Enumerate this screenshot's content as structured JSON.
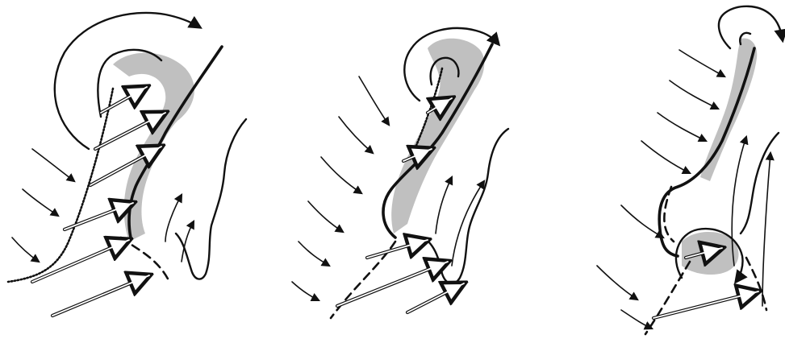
{
  "figure": {
    "panels": [
      {
        "id": "left",
        "icon": "cyclone-stage-1"
      },
      {
        "id": "middle",
        "icon": "cyclone-stage-2"
      },
      {
        "id": "right",
        "icon": "cyclone-stage-3"
      }
    ],
    "colors": {
      "ink": "#111111",
      "shading": "#8d8d8d",
      "background": "#ffffff"
    }
  }
}
